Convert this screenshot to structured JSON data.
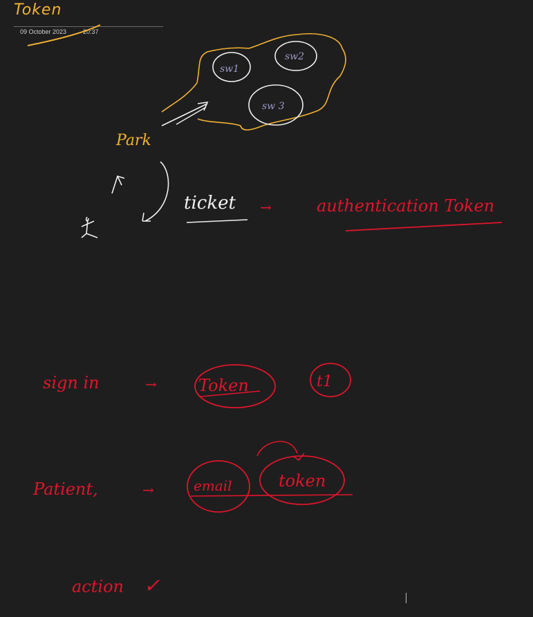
{
  "page": {
    "title": "Token",
    "date": "09 October 2023",
    "time": "20:37"
  },
  "ink": {
    "cloud_items": [
      "sw1",
      "sw2",
      "sw 3"
    ],
    "park": "Park",
    "ticket": "ticket",
    "arrow_1": "→",
    "auth_token": "authentication Token",
    "sign_in": "sign in",
    "arrow_2": "→",
    "token_1": "Token",
    "t1": "t1",
    "patient": "Patient,",
    "arrow_3": "→",
    "email": "email",
    "token_2": "token",
    "action": "action",
    "check": "✓"
  },
  "colors": {
    "background": "#1e1e1e",
    "yellow_ink": "#f2b233",
    "white_ink": "#f0f0f0",
    "red_ink": "#e0152b"
  }
}
